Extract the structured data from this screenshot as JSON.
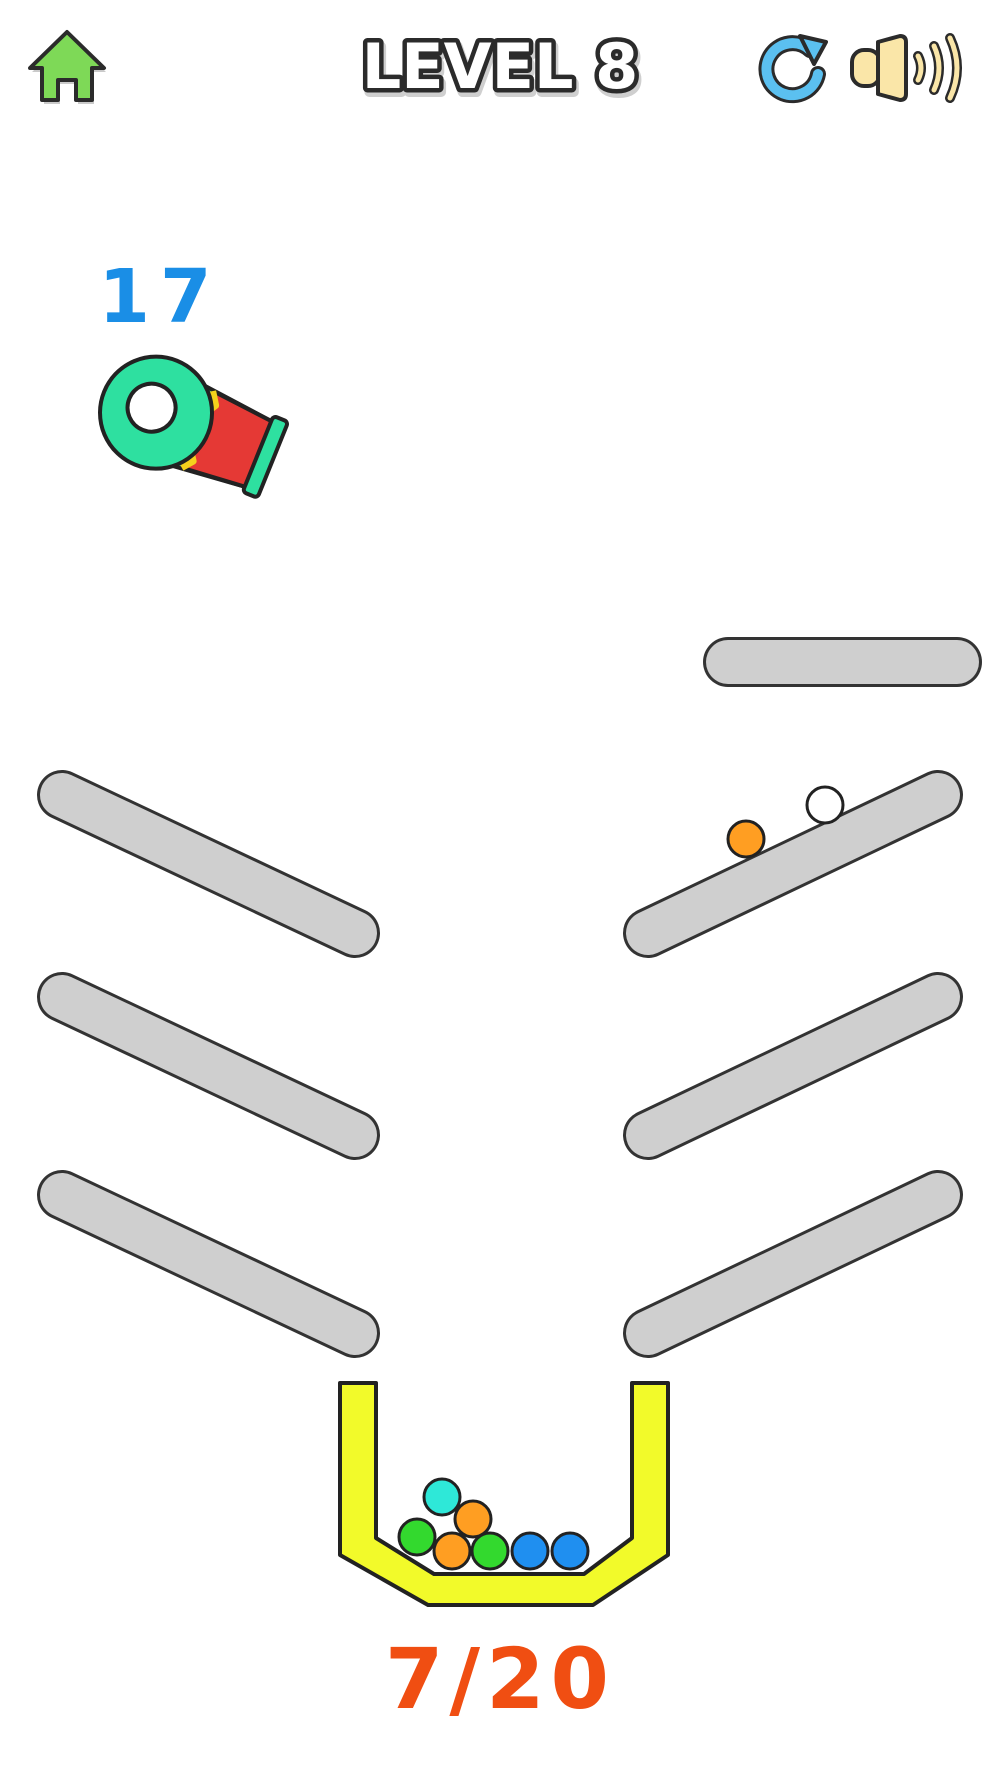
{
  "hud": {
    "level_label": "LEVEL 8",
    "home_icon": "home-icon",
    "restart_icon": "restart-icon",
    "sound_icon": "sound-on-icon"
  },
  "cannon": {
    "balls_remaining": "17",
    "body_color": "#2ee0a0",
    "band_color": "#e53935",
    "stripe_color": "#f5d21c"
  },
  "progress": {
    "label": "7/20",
    "collected": 7,
    "goal": 20,
    "color": "#f04e12"
  },
  "colors": {
    "platform": "#cfcfcf",
    "cup": "#f2fa2a",
    "counter_blue": "#1a8ee6",
    "home_green": "#7ed957",
    "restart_blue": "#5bc0f0",
    "speaker": "#fae6a8"
  },
  "balls_in_cup": [
    {
      "color": "cyan"
    },
    {
      "color": "orange"
    },
    {
      "color": "green"
    },
    {
      "color": "orange"
    },
    {
      "color": "green"
    },
    {
      "color": "blue"
    },
    {
      "color": "blue"
    }
  ],
  "balls_on_platform": [
    {
      "color": "orange"
    },
    {
      "color": "white"
    }
  ]
}
